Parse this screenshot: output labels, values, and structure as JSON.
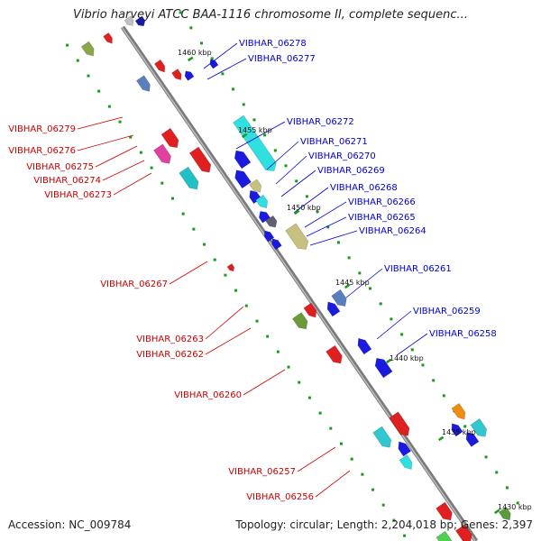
{
  "title": "Vibrio harveyi ATCC BAA-1116 chromosome II, complete sequenc...",
  "footer": {
    "accession": "Accession: NC_009784",
    "summary": "Topology: circular; Length: 2,204,018 bp; Genes: 2,397"
  },
  "ticks": [
    "1460 kbp",
    "1455 kbp",
    "1450 kbp",
    "1445 kbp",
    "1440 kbp",
    "1435 kbp",
    "1430 kbp"
  ],
  "labels_blue": [
    "VIBHAR_06278",
    "VIBHAR_06277",
    "VIBHAR_06272",
    "VIBHAR_06271",
    "VIBHAR_06270",
    "VIBHAR_06269",
    "VIBHAR_06268",
    "VIBHAR_06266",
    "VIBHAR_06265",
    "VIBHAR_06264",
    "VIBHAR_06261",
    "VIBHAR_06259",
    "VIBHAR_06258"
  ],
  "labels_red": [
    "VIBHAR_06279",
    "VIBHAR_06276",
    "VIBHAR_06275",
    "VIBHAR_06274",
    "VIBHAR_06273",
    "VIBHAR_06267",
    "VIBHAR_06263",
    "VIBHAR_06262",
    "VIBHAR_06260",
    "VIBHAR_06257",
    "VIBHAR_06256"
  ],
  "colors": {
    "forward_label": "#0000cc",
    "reverse_label": "#cc0000",
    "backbone": "#888888",
    "tick": "#1a9a1a"
  }
}
